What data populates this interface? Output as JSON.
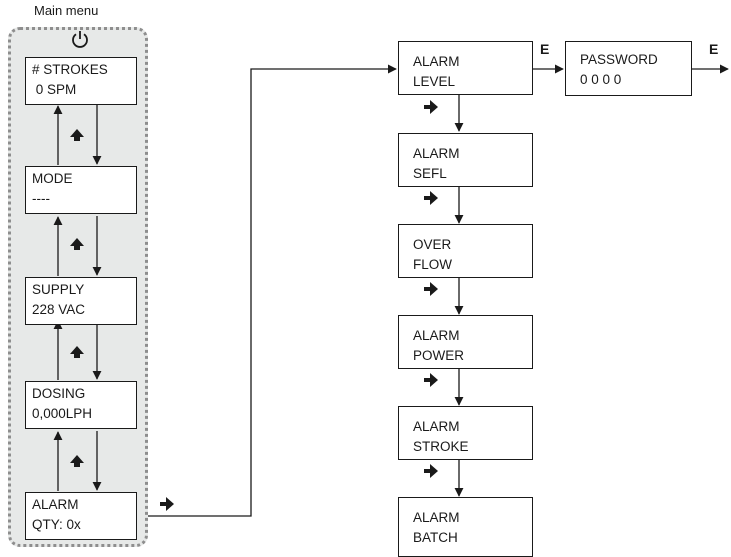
{
  "main_menu": {
    "title": "Main menu",
    "power_icon": "power-icon",
    "items": [
      {
        "line1": "# STROKES",
        "line2": " 0 SPM"
      },
      {
        "line1": "MODE",
        "line2": "----"
      },
      {
        "line1": "SUPPLY",
        "line2": "228 VAC"
      },
      {
        "line1": "DOSING",
        "line2": "0,000LPH"
      },
      {
        "line1": "ALARM",
        "line2": "QTY: 0x"
      }
    ]
  },
  "alarm_menu": {
    "items": [
      {
        "line1": "ALARM",
        "line2": "LEVEL"
      },
      {
        "line1": "ALARM",
        "line2": "SEFL"
      },
      {
        "line1": "OVER",
        "line2": "FLOW"
      },
      {
        "line1": "ALARM",
        "line2": "POWER"
      },
      {
        "line1": "ALARM",
        "line2": "STROKE"
      },
      {
        "line1": "ALARM",
        "line2": "BATCH"
      }
    ]
  },
  "password": {
    "line1": "PASSWORD",
    "line2": "0 0 0 0"
  },
  "enter_key_label": "E",
  "icons": {
    "up_key": "up-arrow-key-icon",
    "right_key": "right-arrow-key-icon"
  },
  "colors": {
    "panel_bg": "#e7e9e8",
    "panel_border": "#8e8e8e",
    "line": "#1a1a1a"
  }
}
